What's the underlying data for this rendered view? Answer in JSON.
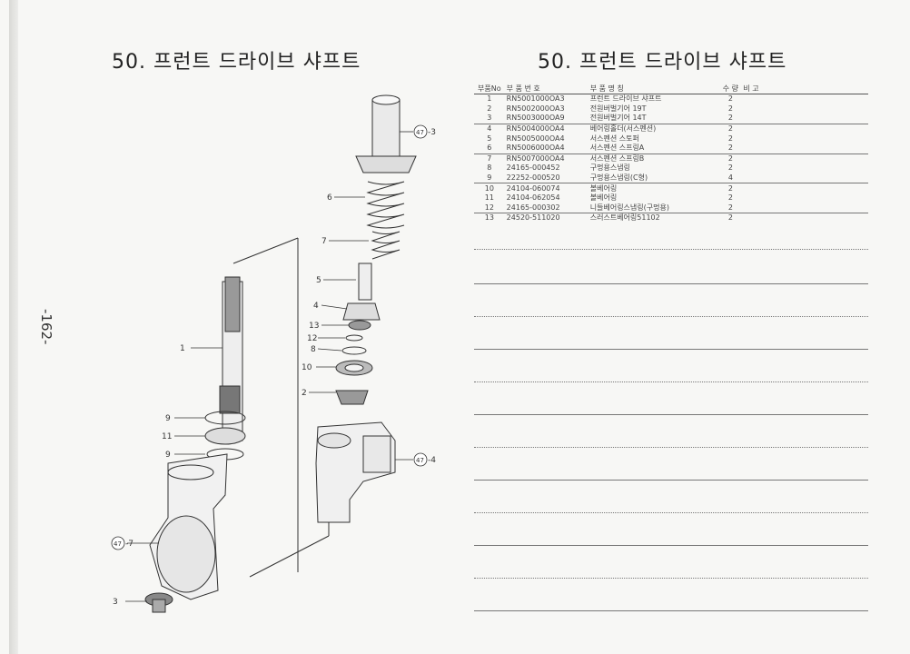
{
  "page": {
    "title_left": "50. 프런트 드라이브 샤프트",
    "title_right": "50. 프런트 드라이브 샤프트",
    "page_number": "-162-"
  },
  "table": {
    "headers": [
      "부품No",
      "부 품 번 호",
      "부 품 명 칭",
      "수 량",
      "비 고"
    ],
    "rows": [
      {
        "no": "1",
        "part_no": "RN5001000OA3",
        "name": "프런트 드라이브 샤프트",
        "qty": "2",
        "remark": ""
      },
      {
        "no": "2",
        "part_no": "RN5002000OA3",
        "name": "전원버벌기어 19T",
        "qty": "2",
        "remark": ""
      },
      {
        "no": "3",
        "part_no": "RN5003000OA9",
        "name": "전원버벌기어 14T",
        "qty": "2",
        "remark": ""
      },
      {
        "no": "4",
        "part_no": "RN5004000OA4",
        "name": "베어링홀더(서스펜션)",
        "qty": "2",
        "remark": ""
      },
      {
        "no": "5",
        "part_no": "RN5005000OA4",
        "name": "서스펜션 스토퍼",
        "qty": "2",
        "remark": ""
      },
      {
        "no": "6",
        "part_no": "RN5006000OA4",
        "name": "서스펜션 스프링A",
        "qty": "2",
        "remark": ""
      },
      {
        "no": "7",
        "part_no": "RN5007000OA4",
        "name": "서스펜션 스프링B",
        "qty": "2",
        "remark": ""
      },
      {
        "no": "8",
        "part_no": "24165-000452",
        "name": "구멍용스냅링",
        "qty": "2",
        "remark": ""
      },
      {
        "no": "9",
        "part_no": "22252-000520",
        "name": "구멍용스냅링(C형)",
        "qty": "4",
        "remark": ""
      },
      {
        "no": "10",
        "part_no": "24104-060074",
        "name": "볼베어링",
        "qty": "2",
        "remark": ""
      },
      {
        "no": "11",
        "part_no": "24104-062054",
        "name": "볼베어링",
        "qty": "2",
        "remark": ""
      },
      {
        "no": "12",
        "part_no": "24165-000302",
        "name": "니들베어링스냅링(구멍용)",
        "qty": "2",
        "remark": ""
      },
      {
        "no": "13",
        "part_no": "24520-511020",
        "name": "스러스트베어링51102",
        "qty": "2",
        "remark": ""
      }
    ]
  },
  "callouts": {
    "c1": "1",
    "c2": "2",
    "c3": "3",
    "c4": "4",
    "c5": "5",
    "c6": "6",
    "c7": "7",
    "c8": "8",
    "c9a": "9",
    "c9b": "9",
    "c10": "10",
    "c11": "11",
    "c12": "12",
    "c13": "13",
    "ref_47_3": "47",
    "ref_47_3_suffix": "-3",
    "ref_47_4": "47",
    "ref_47_4_suffix": "-4",
    "ref_47_7": "47",
    "ref_47_7_suffix": "-7"
  }
}
